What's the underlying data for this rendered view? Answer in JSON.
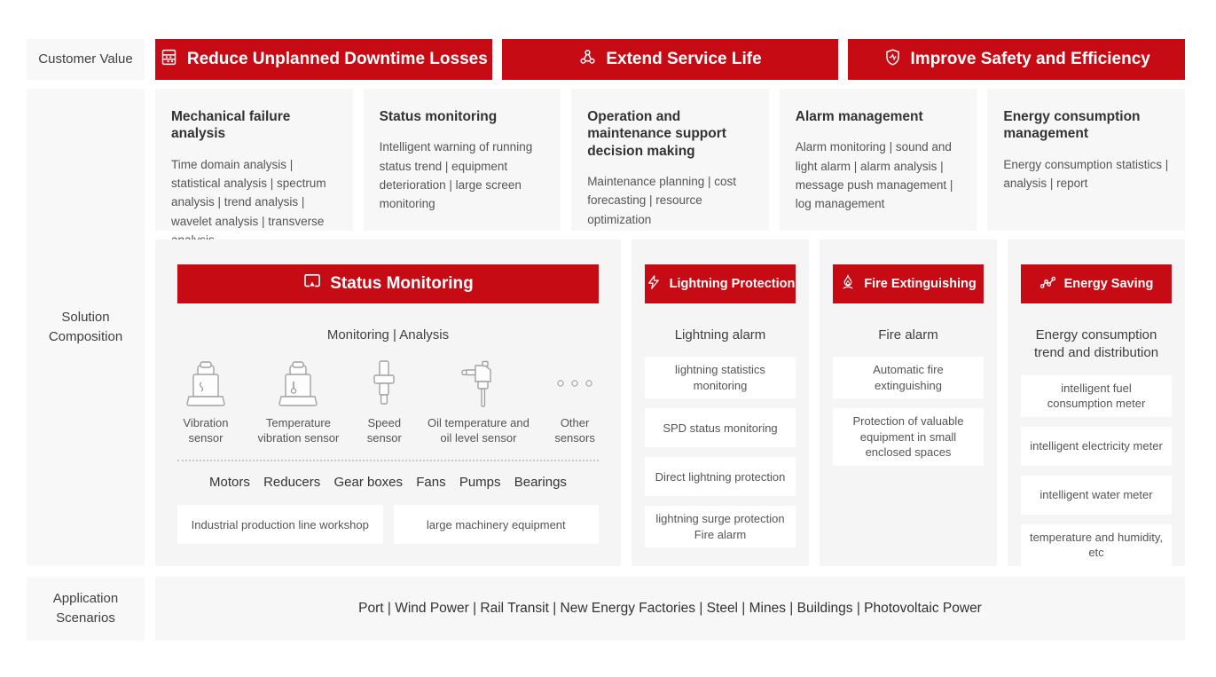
{
  "colors": {
    "accent_red": "#c60b15",
    "panel_bg": "#f5f5f6",
    "card_bg": "#f7f7f7"
  },
  "left_labels": {
    "customer_value": "Customer Value",
    "solution_composition": "Solution Composition",
    "application_scenarios": "Application Scenarios"
  },
  "customer_value_banners": [
    {
      "icon": "abacus-icon",
      "label": "Reduce Unplanned Downtime Losses"
    },
    {
      "icon": "molecule-icon",
      "label": "Extend Service Life"
    },
    {
      "icon": "shield-pulse-icon",
      "label": "Improve Safety and Efficiency"
    }
  ],
  "feature_cards": [
    {
      "title": "Mechanical failure analysis",
      "body": "Time domain analysis | statistical analysis | spectrum analysis | trend analysis | wavelet analysis | transverse analysis"
    },
    {
      "title": "Status monitoring",
      "body": "Intelligent warning of running status trend | equipment deterioration | large screen monitoring"
    },
    {
      "title": "Operation and maintenance support decision making",
      "body": "Maintenance planning | cost forecasting | resource optimization"
    },
    {
      "title": "Alarm management",
      "body": "Alarm monitoring | sound and light alarm | alarm analysis | message push management | log management"
    },
    {
      "title": "Energy consumption management",
      "body": "Energy consumption statistics | analysis | report"
    }
  ],
  "status_monitoring_panel": {
    "header": {
      "icon": "monitor-icon",
      "label": "Status Monitoring"
    },
    "subtitle": "Monitoring | Analysis",
    "sensors": [
      {
        "icon": "vibration-sensor-icon",
        "label": "Vibration sensor"
      },
      {
        "icon": "temperature-vibration-sensor-icon",
        "label": "Temperature vibration sensor"
      },
      {
        "icon": "speed-sensor-icon",
        "label": "Speed sensor"
      },
      {
        "icon": "oil-sensor-icon",
        "label": "Oil temperature and oil level sensor"
      },
      {
        "icon": "other-sensors-icon",
        "label": "Other sensors"
      }
    ],
    "machines": [
      "Motors",
      "Reducers",
      "Gear boxes",
      "Fans",
      "Pumps",
      "Bearings"
    ],
    "equipment_boxes": [
      "Industrial production line workshop",
      "large machinery equipment"
    ]
  },
  "side_panels": [
    {
      "header": {
        "icon": "lightning-icon",
        "label": "Lightning Protection"
      },
      "subtitle": "Lightning alarm",
      "items": [
        "lightning statistics monitoring",
        "SPD status monitoring",
        "Direct lightning protection",
        "lightning surge protection\nFire alarm"
      ]
    },
    {
      "header": {
        "icon": "fire-icon",
        "label": "Fire Extinguishing"
      },
      "subtitle": "Fire alarm",
      "items": [
        "Automatic fire extinguishing",
        "Protection of valuable equipment in small enclosed spaces"
      ]
    },
    {
      "header": {
        "icon": "energy-chart-icon",
        "label": "Energy Saving"
      },
      "subtitle": "Energy consumption trend and distribution",
      "items": [
        "intelligent fuel consumption meter",
        "intelligent electricity meter",
        "intelligent water meter",
        "temperature and humidity, etc"
      ]
    }
  ],
  "application_scenarios_text": "Port | Wind Power | Rail Transit | New Energy Factories | Steel | Mines | Buildings | Photovoltaic Power"
}
